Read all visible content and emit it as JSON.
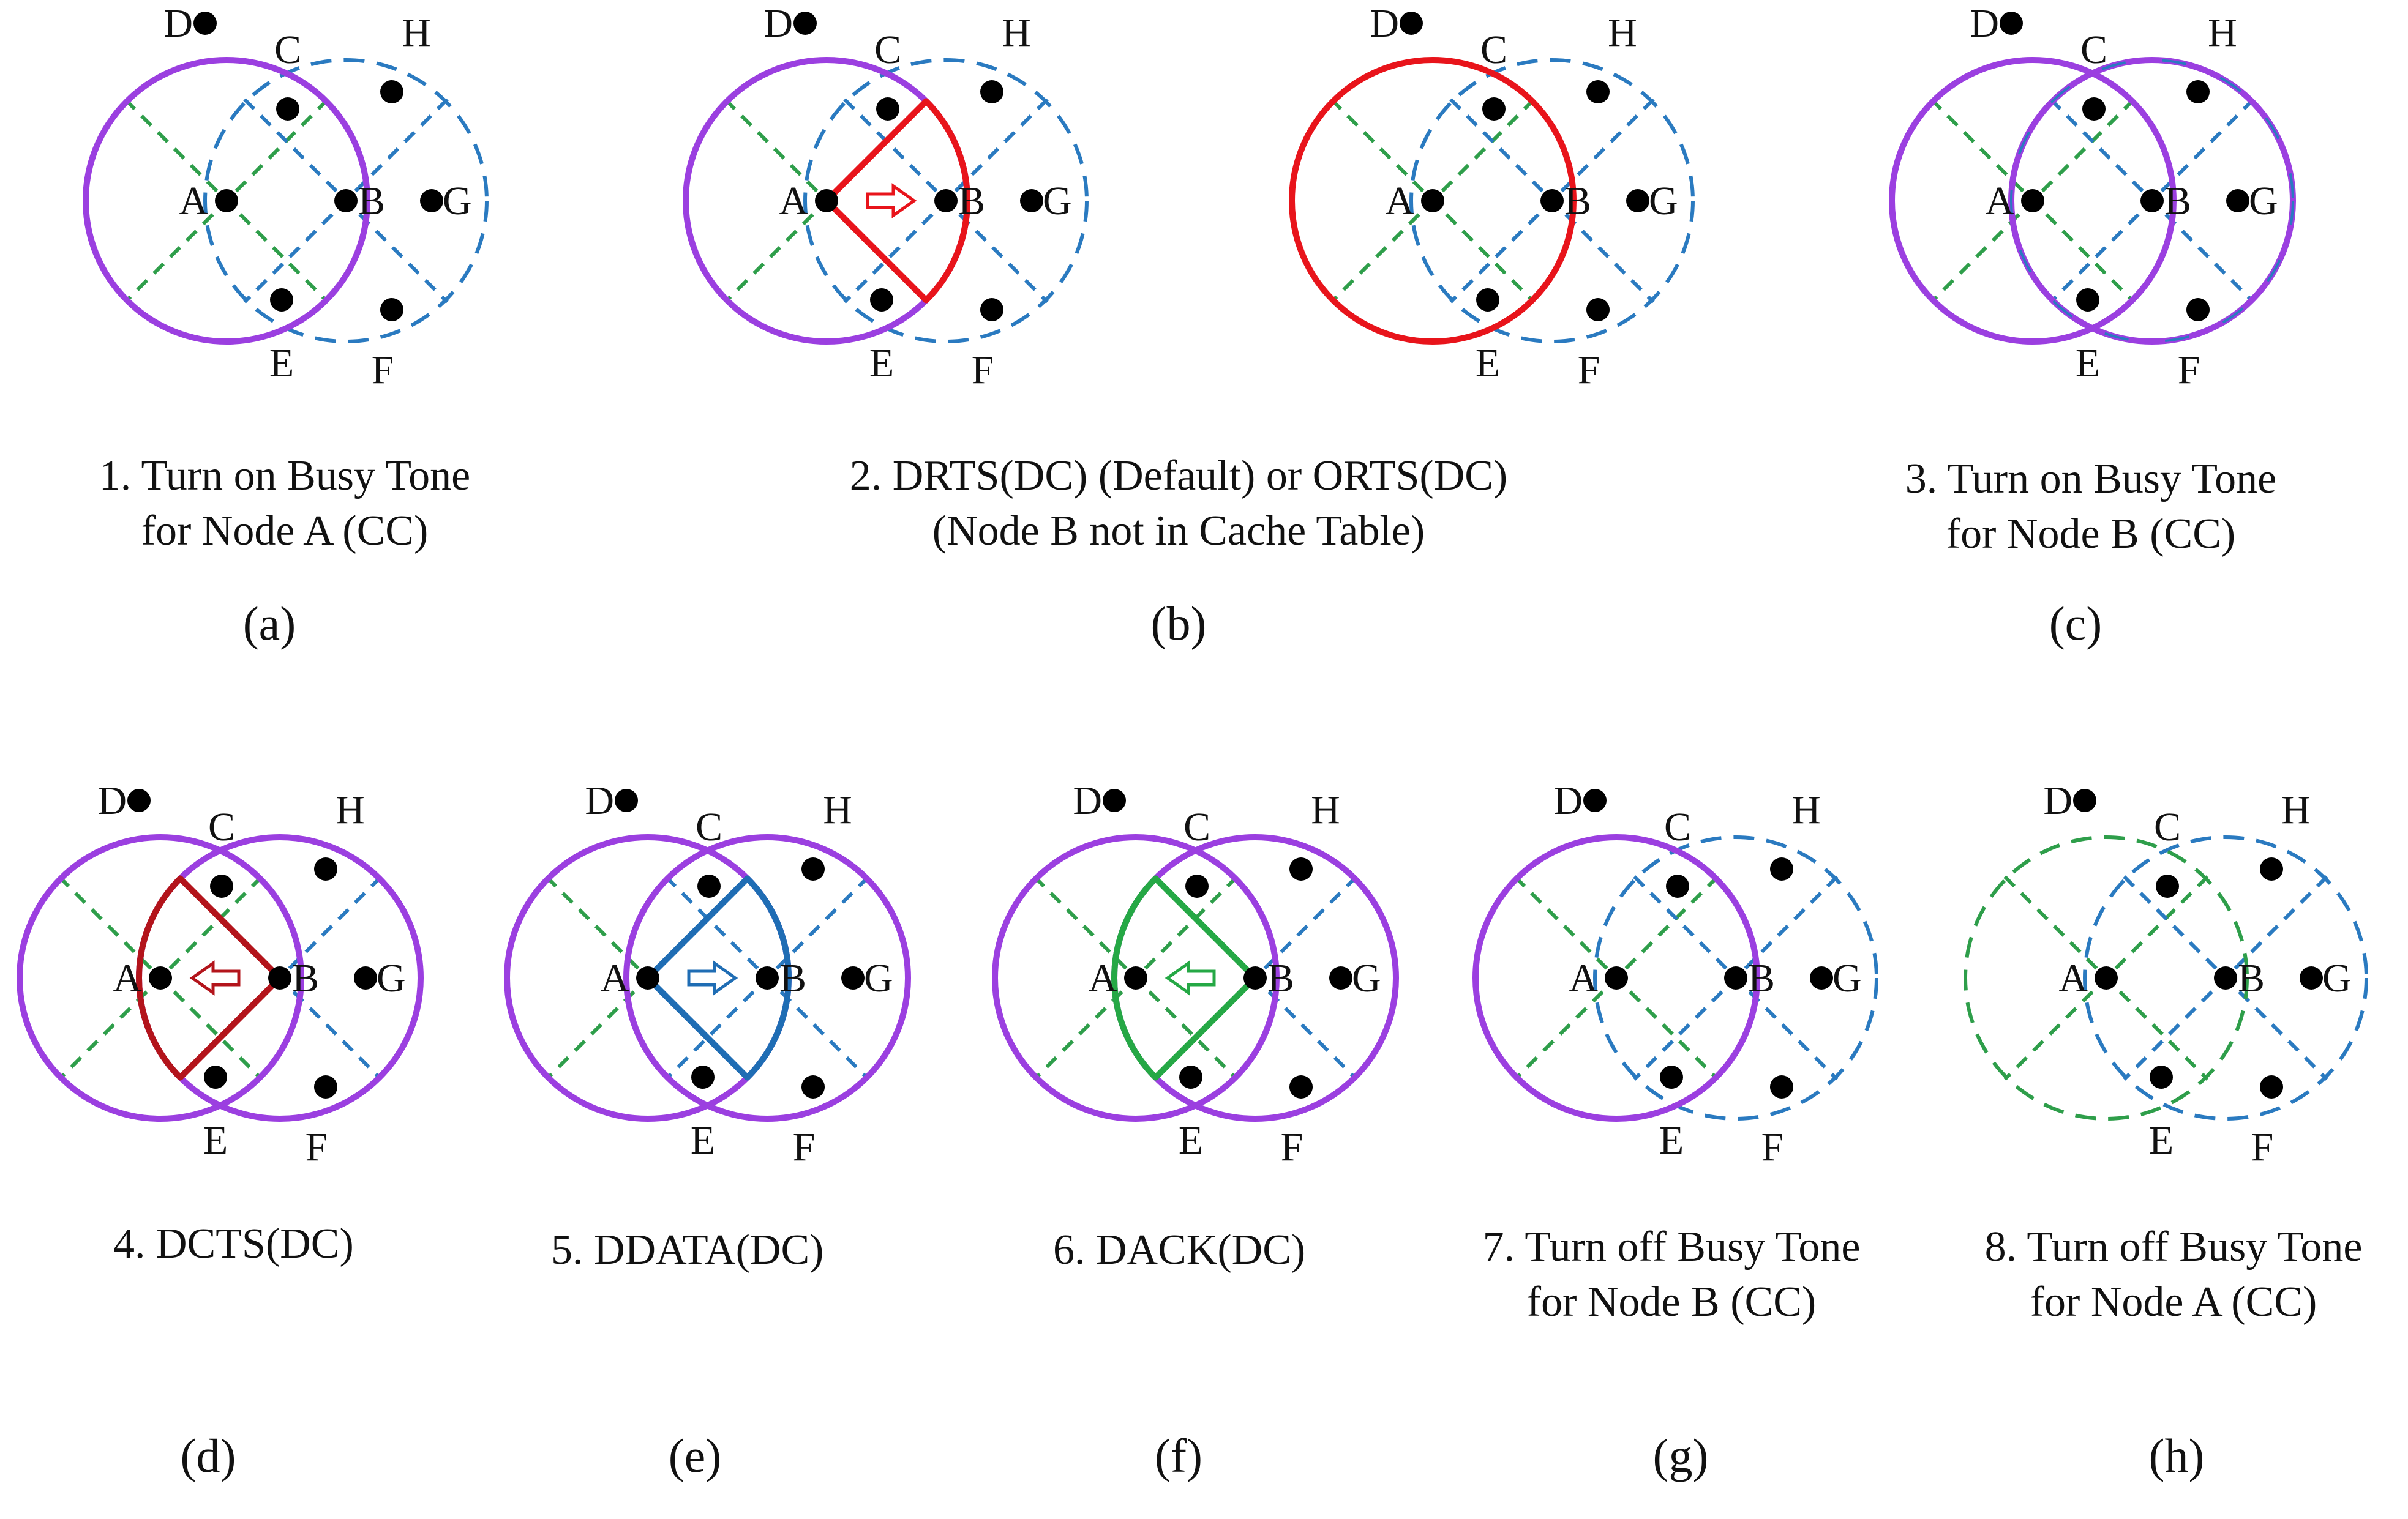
{
  "colors": {
    "active_range": "#9b3fe0",
    "inactive_range_a": "#2e9e4a",
    "inactive_range_b": "#2a7ac0",
    "drts_sector": "#e8141b",
    "dcts_sector": "#b3141b",
    "ddata_sector": "#1f6db4",
    "dack_sector": "#25a845",
    "node_dot": "#000000"
  },
  "node_labels": {
    "A": "A",
    "B": "B",
    "C": "C",
    "D": "D",
    "E": "E",
    "F": "F",
    "G": "G",
    "H": "H"
  },
  "panels": [
    {
      "id": "a",
      "tag": "(a)",
      "caption_lines": [
        "1. Turn on Busy Tone",
        "for Node A (CC)"
      ]
    },
    {
      "id": "b1",
      "tag": "(b)",
      "caption_lines": [
        "2. DRTS(DC) (Default) or ORTS(DC)",
        "(Node B not in Cache Table)"
      ]
    },
    {
      "id": "b2",
      "tag": "",
      "caption_lines": []
    },
    {
      "id": "c",
      "tag": "(c)",
      "caption_lines": [
        "3. Turn on Busy Tone",
        "for Node B (CC)"
      ]
    },
    {
      "id": "d",
      "tag": "(d)",
      "caption_lines": [
        "4. DCTS(DC)"
      ]
    },
    {
      "id": "e",
      "tag": "(e)",
      "caption_lines": [
        "5. DDATA(DC)"
      ]
    },
    {
      "id": "f",
      "tag": "(f)",
      "caption_lines": [
        "6. DACK(DC)"
      ]
    },
    {
      "id": "g",
      "tag": "(g)",
      "caption_lines": [
        "7. Turn off Busy Tone",
        "for Node B (CC)"
      ]
    },
    {
      "id": "h",
      "tag": "(h)",
      "caption_lines": [
        "8. Turn off Busy Tone",
        "for Node A (CC)"
      ]
    }
  ]
}
